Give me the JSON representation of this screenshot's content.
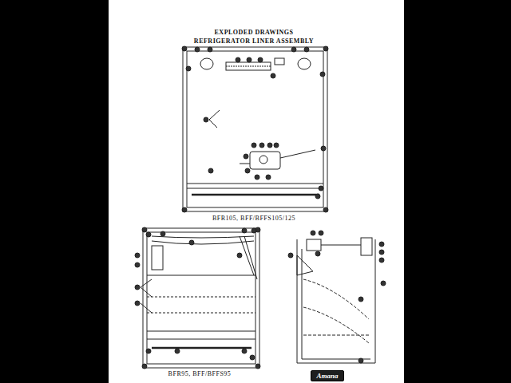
{
  "diagram": {
    "title": "EXPLODED DRAWINGS",
    "nodes": [
      {
        "text": [
          "Amana"
        ]
      }
    ],
    "labels": [
      "REFRIGERATOR LINER ASSEMBLY",
      "BFR105, BFF/BFFS105/125",
      "BFR95, BFF/BFFS95"
    ]
  }
}
